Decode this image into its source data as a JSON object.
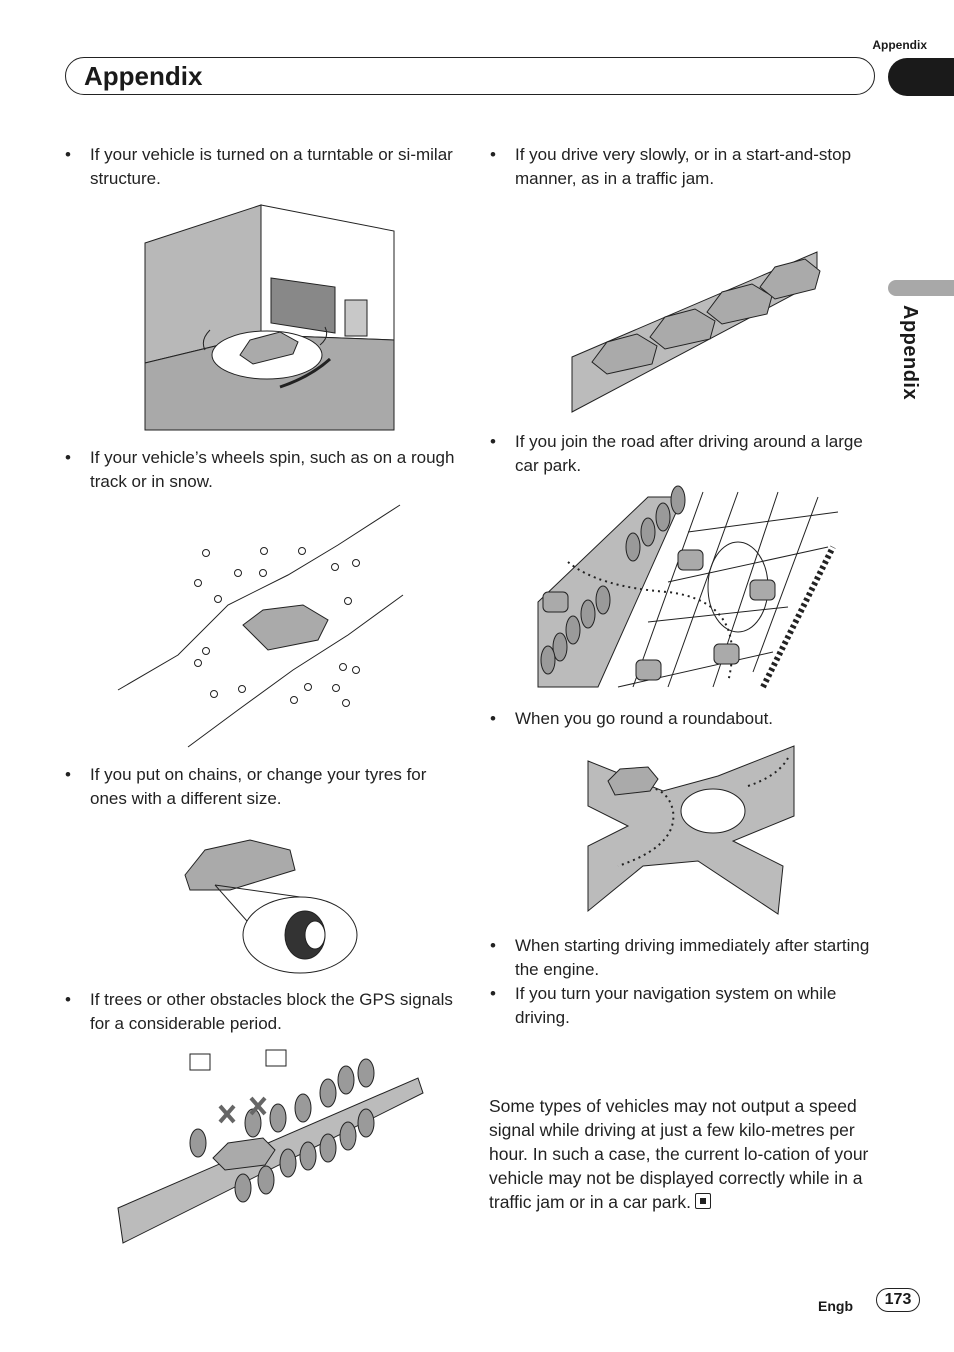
{
  "header": {
    "running_label": "Appendix",
    "section_title": "Appendix",
    "side_label": "Appendix"
  },
  "left_column": {
    "bullets": [
      "If your vehicle is turned on a turntable or si-milar structure.",
      "If your vehicle’s wheels spin, such as on a rough track or in snow.",
      "If you put on chains, or change your tyres for ones with a different size.",
      "If trees or other obstacles block the GPS signals for a considerable period."
    ]
  },
  "right_column": {
    "bullets": [
      "If you drive very slowly, or in a start-and-stop manner, as in a traffic jam.",
      "If you join the road after driving around a large car park.",
      "When you go round a roundabout.",
      "When starting driving immediately after starting the engine.",
      "If you turn your navigation system on while driving."
    ],
    "paragraph": "Some types of vehicles may not output a speed signal while driving at just a few kilo-metres per hour. In such a case, the current lo-cation of your vehicle may not be displayed correctly while in a traffic jam or in a car park."
  },
  "footer": {
    "language": "Engb",
    "page_number": "173"
  },
  "icons": [
    "turntable-illustration",
    "snow-track-illustration",
    "tyre-chain-illustration",
    "gps-trees-illustration",
    "traffic-jam-illustration",
    "car-park-illustration",
    "roundabout-illustration",
    "end-of-section-icon"
  ]
}
